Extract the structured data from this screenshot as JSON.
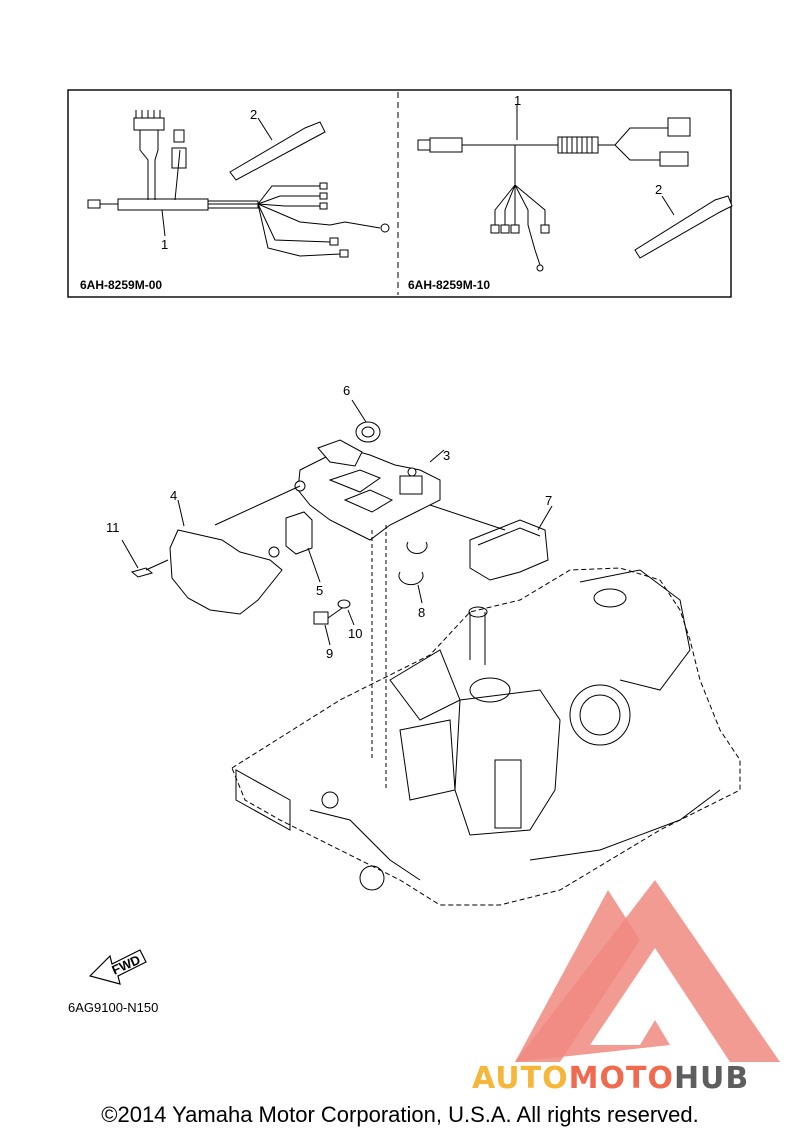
{
  "inset": {
    "left": {
      "code": "6AH-8259M-00",
      "callouts": {
        "harness": "1",
        "band": "2"
      }
    },
    "right": {
      "code": "6AH-8259M-10",
      "callouts": {
        "harness": "1",
        "band": "2"
      }
    }
  },
  "callouts": {
    "p3": "3",
    "p4": "4",
    "p5": "5",
    "p6": "6",
    "p7": "7",
    "p8": "8",
    "p9": "9",
    "p10": "10",
    "p11": "11"
  },
  "fwd_arrow": {
    "label": "FWD"
  },
  "figure_code": "6AG9100-N150",
  "watermark": {
    "part1": "AUTO",
    "part2": "MOTO",
    "part3": "HUB",
    "colors": {
      "logo": "#f08a80",
      "auto": "#f5b63a",
      "moto": "#ef6a4f",
      "hub": "#5e5e5e"
    }
  },
  "copyright": "©2014 Yamaha Motor Corporation, U.S.A. All rights reserved."
}
